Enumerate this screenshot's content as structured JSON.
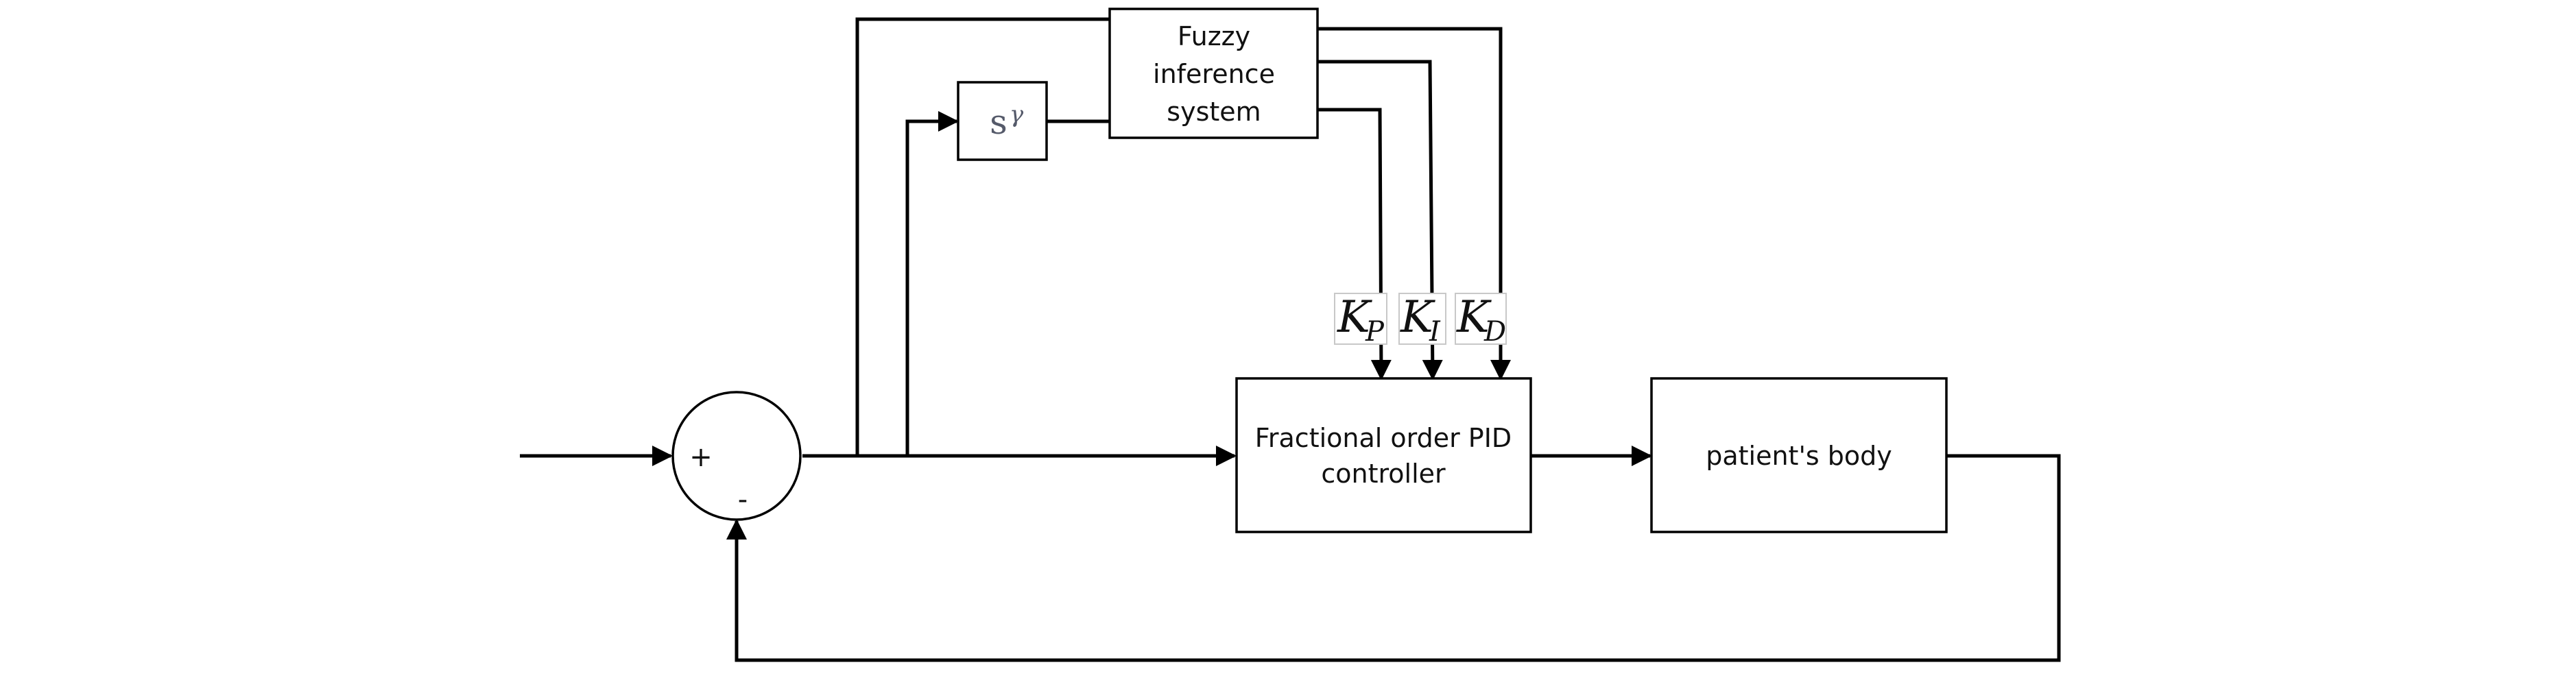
{
  "blocks": {
    "fuzzy": {
      "line1": "Fuzzy",
      "line2": "inference",
      "line3": "system"
    },
    "derivative": {
      "base": "s",
      "exponent": "γ"
    },
    "controller": {
      "line1": "Fractional order PID",
      "line2": "controller"
    },
    "plant": {
      "label": "patient's body"
    }
  },
  "summing_junction": {
    "plus": "+",
    "minus": "-"
  },
  "gains": [
    {
      "symbol": "K",
      "subscript": "P"
    },
    {
      "symbol": "K",
      "subscript": "I"
    },
    {
      "symbol": "K",
      "subscript": "D"
    }
  ],
  "colors": {
    "line": "#000000",
    "background": "#ffffff"
  }
}
